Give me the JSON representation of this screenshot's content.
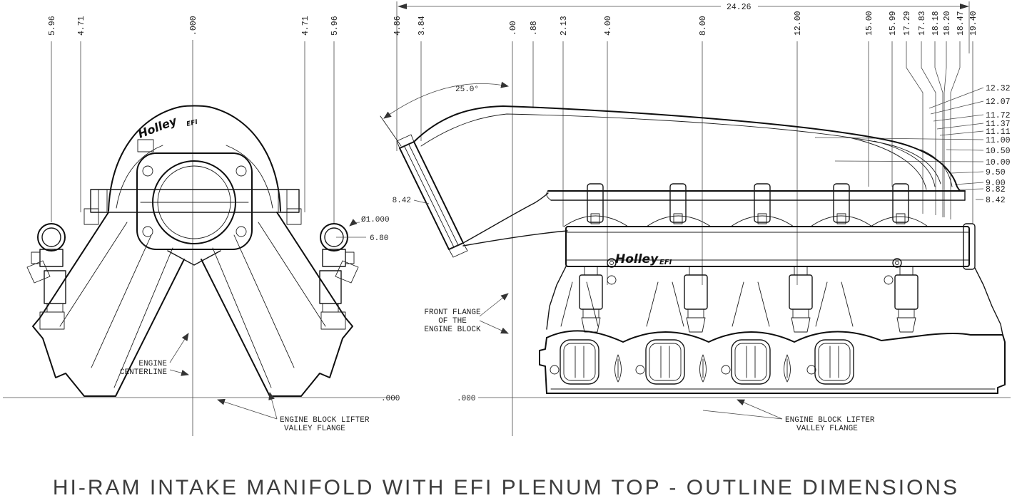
{
  "brand": {
    "main": "Holley",
    "suffix": "EFI"
  },
  "title": "HI-RAM INTAKE MANIFOLD WITH EFI PLENUM TOP - OUTLINE DIMENSIONS",
  "front_view": {
    "top_dims": [
      "5.96",
      "4.71",
      ".000",
      "4.71",
      "5.96"
    ],
    "throttle_bore_diameter": "Ø1.000",
    "fuel_rail_height": "6.80",
    "baseline_datum": ".000",
    "centerline_note": [
      "ENGINE",
      "CENTERLINE"
    ],
    "lifter_flange_note": [
      "ENGINE BLOCK LIFTER",
      "VALLEY FLANGE"
    ]
  },
  "side_view": {
    "overall_length": "24.26",
    "top_dims": [
      "4.86",
      "3.84",
      ".00",
      ".88",
      "2.13",
      "4.00",
      "8.00",
      "12.00",
      "15.00",
      "15.99",
      "17.29",
      "17.83",
      "18.18",
      "18.20",
      "18.47",
      "19.40"
    ],
    "height_dims": [
      "12.32",
      "12.07",
      "11.72",
      "11.37",
      "11.11",
      "11.00",
      "10.50",
      "10.00",
      "9.50",
      "9.00",
      "8.82",
      "8.42"
    ],
    "throttle_angle": "25.0°",
    "throttle_flange_height": "8.42",
    "baseline_datum": ".000",
    "front_flange_note": [
      "FRONT FLANGE",
      "OF THE",
      "ENGINE BLOCK"
    ],
    "lifter_flange_note": [
      "ENGINE BLOCK LIFTER",
      "VALLEY FLANGE"
    ]
  }
}
